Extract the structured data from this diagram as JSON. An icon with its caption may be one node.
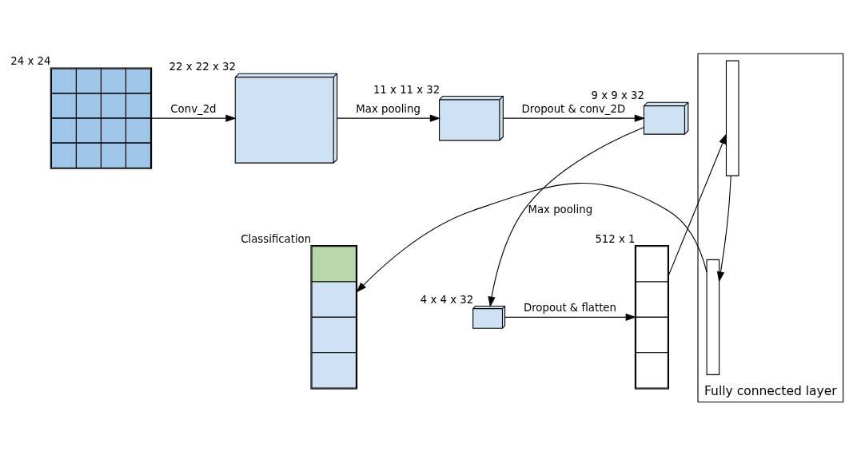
{
  "diagram": {
    "nodes": [
      {
        "text": [],
        "shape": "picture",
        "beside": [
          "24 x 24"
        ]
      },
      {
        "text": [],
        "shape": "cuboid",
        "beside": [
          "22 x 22 x 32"
        ]
      },
      {
        "text": [],
        "shape": "cuboid",
        "beside": [
          "11 x 11 x 32"
        ]
      },
      {
        "text": [],
        "shape": "cuboid",
        "beside": [
          "9 x 9 x 32"
        ]
      },
      {
        "text": [],
        "shape": "cuboid",
        "beside": [
          "4 x 4 x 32"
        ]
      },
      {
        "text": [],
        "shape": "bar",
        "beside": [
          "512 x 1"
        ]
      },
      {
        "text": [
          "Fully connected layer"
        ]
      },
      {
        "text": [],
        "shape": "bar",
        "in": 6
      },
      {
        "text": [],
        "shape": "bar",
        "in": 6
      },
      {
        "text": [],
        "shape": "bar",
        "beside": [
          "Classification"
        ]
      }
    ],
    "edges": [
      {
        "from": 0,
        "to": 1,
        "arrow": "to",
        "label": "Conv_2d"
      },
      {
        "from": 1,
        "to": 2,
        "arrow": "to",
        "label": "Max pooling"
      },
      {
        "from": 2,
        "to": 3,
        "arrow": "to",
        "label": "Dropout & conv_2D"
      },
      {
        "from": 3,
        "to": 4,
        "arrow": "to",
        "label": "Max pooling"
      },
      {
        "from": 4,
        "to": 5,
        "arrow": "to",
        "label": "Dropout & flatten"
      },
      {
        "from": 5,
        "to": 8,
        "arrow": "to"
      },
      {
        "from": 8,
        "to": 7,
        "arrow": "to"
      },
      {
        "from": 7,
        "to": 9,
        "arrow": "to"
      }
    ]
  }
}
